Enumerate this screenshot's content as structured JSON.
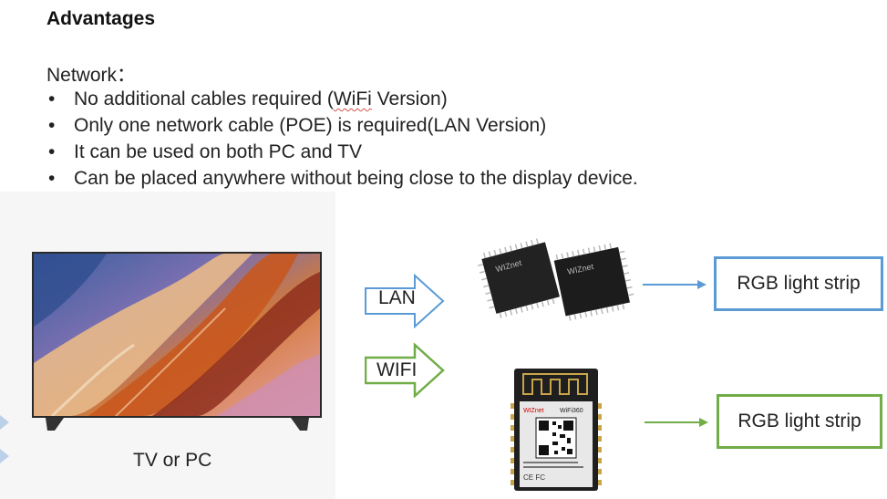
{
  "title": "Advantages",
  "network_heading": "Network：",
  "bullets": [
    {
      "before": "No additional cables required (",
      "mark": "WiFi",
      "after": " Version)"
    },
    {
      "before": "Only one network cable (POE) is required(LAN Version)",
      "mark": "",
      "after": ""
    },
    {
      "before": "It can be used on both PC and TV",
      "mark": "",
      "after": ""
    },
    {
      "before": "Can be placed anywhere without being close to the display device.",
      "mark": "",
      "after": ""
    }
  ],
  "tv_label": "TV or PC",
  "lan_label": "LAN",
  "wifi_label": "WIFI",
  "rgb_lan": "RGB light strip",
  "rgb_wifi": "RGB light strip",
  "chip_brand": "WIZnet",
  "module_brand": "WIZnet",
  "module_model": "WiFi360",
  "module_cert": "CE FC",
  "colors": {
    "lan": "#5b9bd5",
    "wifi": "#70ad47"
  }
}
